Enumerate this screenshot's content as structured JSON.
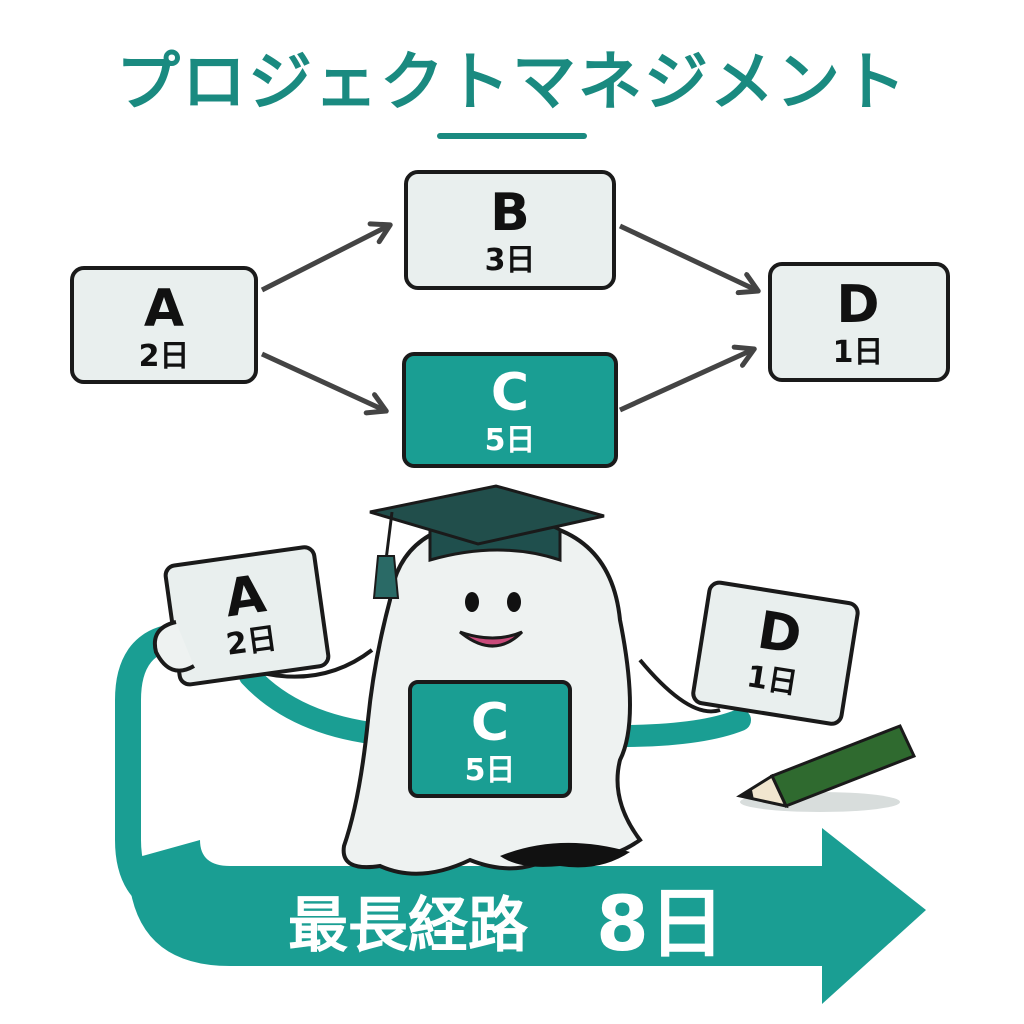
{
  "title": "プロジェクトマネジメント",
  "colors": {
    "teal": "#1a9e93",
    "teal_dark": "#13877d",
    "box_fill": "#e9efee",
    "outline": "#1a1a1a",
    "arrow": "#444444",
    "pencil": "#2f6a2f"
  },
  "tasks": {
    "A": {
      "label": "A",
      "days": "2日"
    },
    "B": {
      "label": "B",
      "days": "3日"
    },
    "C": {
      "label": "C",
      "days": "5日"
    },
    "D": {
      "label": "D",
      "days": "1日"
    }
  },
  "banner": {
    "label": "最長経路",
    "value": "8日"
  },
  "icons": {
    "mascot": "ghost-mascot-icon",
    "cap": "graduation-cap-icon",
    "pencil": "pencil-icon"
  }
}
